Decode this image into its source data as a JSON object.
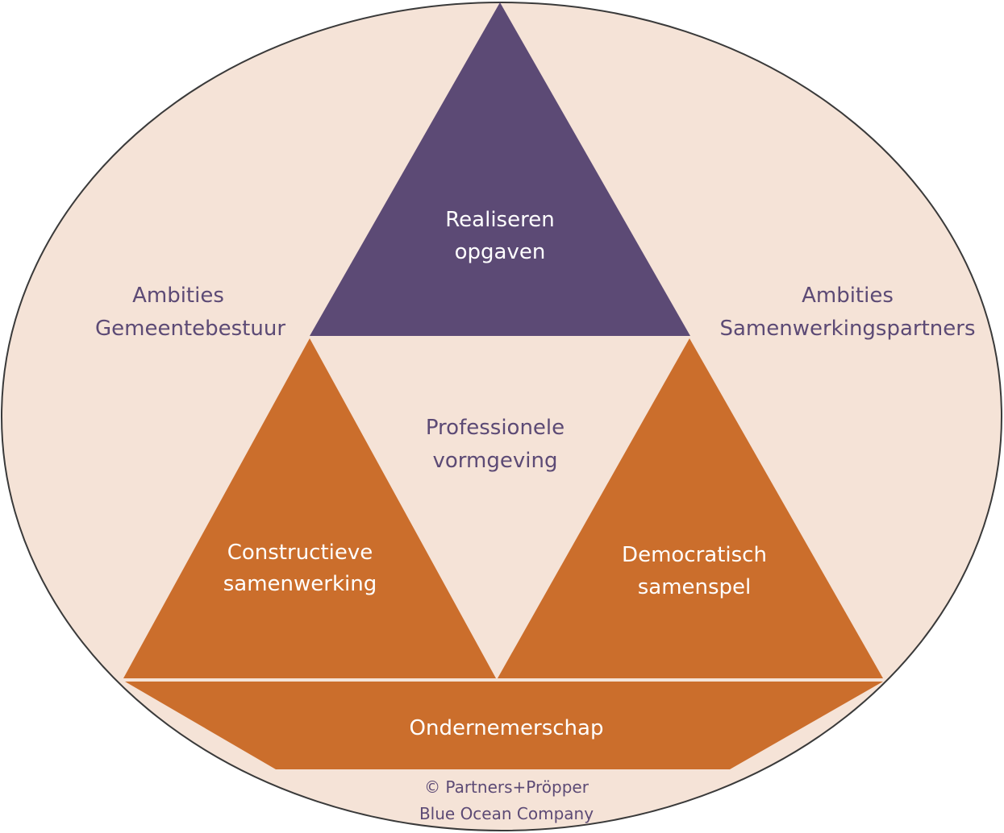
{
  "colors": {
    "background_ellipse": "#f5e3d7",
    "ellipse_border": "#3a3a3a",
    "top_triangle": "#5c4a75",
    "side_triangles": "#cb6e2c",
    "base_band": "#cb6e2c",
    "text_dark": "#5c4a75",
    "text_light": "#ffffff",
    "credit_text": "#5c4a75"
  },
  "labels": {
    "top_line1": "Realiseren",
    "top_line2": "opgaven",
    "center_line1": "Professionele",
    "center_line2": "vormgeving",
    "left_triangle_line1": "Constructieve",
    "left_triangle_line2": "samenwerking",
    "right_triangle_line1": "Democratisch",
    "right_triangle_line2": "samenspel",
    "base": "Ondernemerschap",
    "left_outer_line1": "Ambities",
    "left_outer_line2": "Gemeentebestuur",
    "right_outer_line1": "Ambities",
    "right_outer_line2": "Samenwerkingspartners"
  },
  "credit": {
    "line1": "© Partners+Pröpper",
    "line2": "Blue Ocean Company"
  }
}
